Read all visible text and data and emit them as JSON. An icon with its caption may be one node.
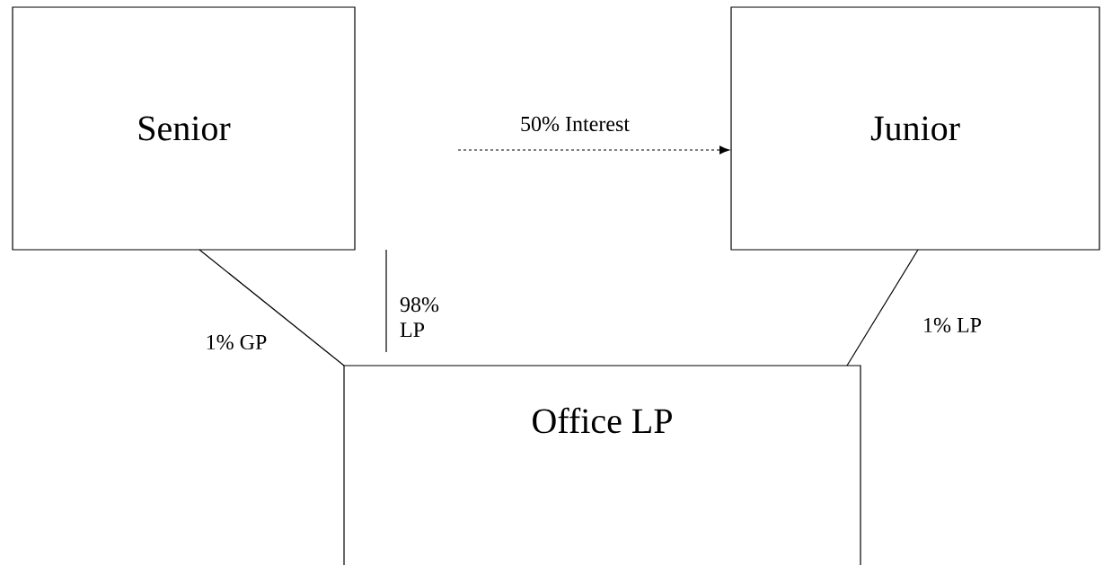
{
  "diagram": {
    "nodes": [
      {
        "text": [
          "Senior"
        ]
      },
      {
        "text": [
          "Junior"
        ]
      },
      {
        "text": [
          "Office LP"
        ]
      }
    ],
    "edges": [
      {
        "from": null,
        "to": 1,
        "arrow": "to",
        "label": "50% Interest",
        "style": "dashed"
      },
      {
        "from": 0,
        "to": 2,
        "arrow": "none",
        "label": "1% GP"
      },
      {
        "from": 0,
        "to": 2,
        "arrow": "none",
        "label": "98% LP"
      },
      {
        "from": 1,
        "to": 2,
        "arrow": "none",
        "label": "1% LP"
      }
    ]
  }
}
